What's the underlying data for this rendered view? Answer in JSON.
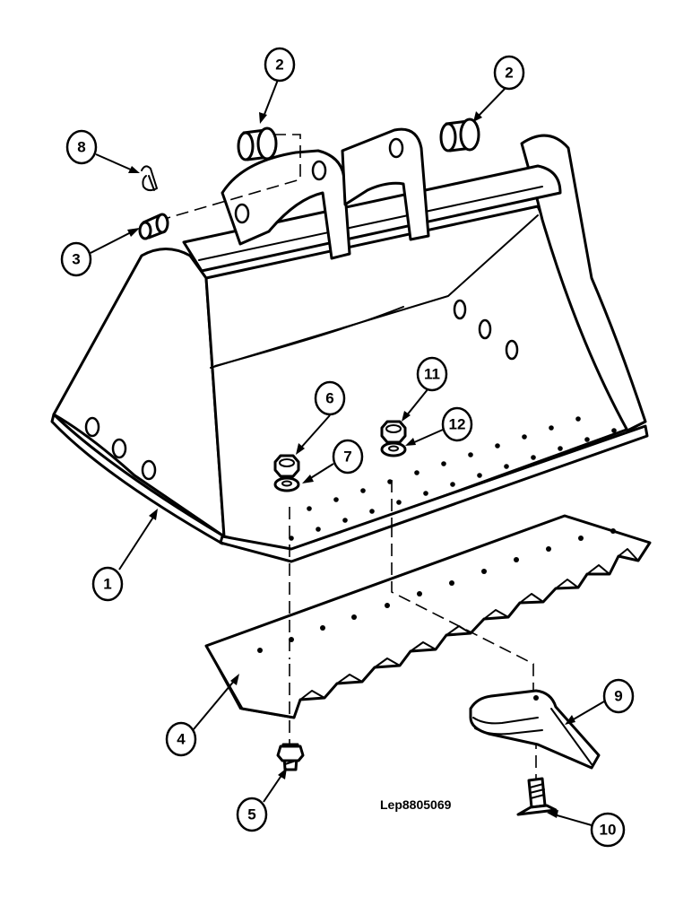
{
  "figure": {
    "reference_code": "Lep8805069",
    "callouts": [
      {
        "id": "callout-1",
        "label": "1"
      },
      {
        "id": "callout-2a",
        "label": "2"
      },
      {
        "id": "callout-2b",
        "label": "2"
      },
      {
        "id": "callout-3",
        "label": "3"
      },
      {
        "id": "callout-4",
        "label": "4"
      },
      {
        "id": "callout-5",
        "label": "5"
      },
      {
        "id": "callout-6",
        "label": "6"
      },
      {
        "id": "callout-7",
        "label": "7"
      },
      {
        "id": "callout-8",
        "label": "8"
      },
      {
        "id": "callout-9",
        "label": "9"
      },
      {
        "id": "callout-10",
        "label": "10"
      },
      {
        "id": "callout-11",
        "label": "11"
      },
      {
        "id": "callout-12",
        "label": "12"
      }
    ]
  },
  "colors": {
    "line": "#000000",
    "background": "#ffffff"
  }
}
